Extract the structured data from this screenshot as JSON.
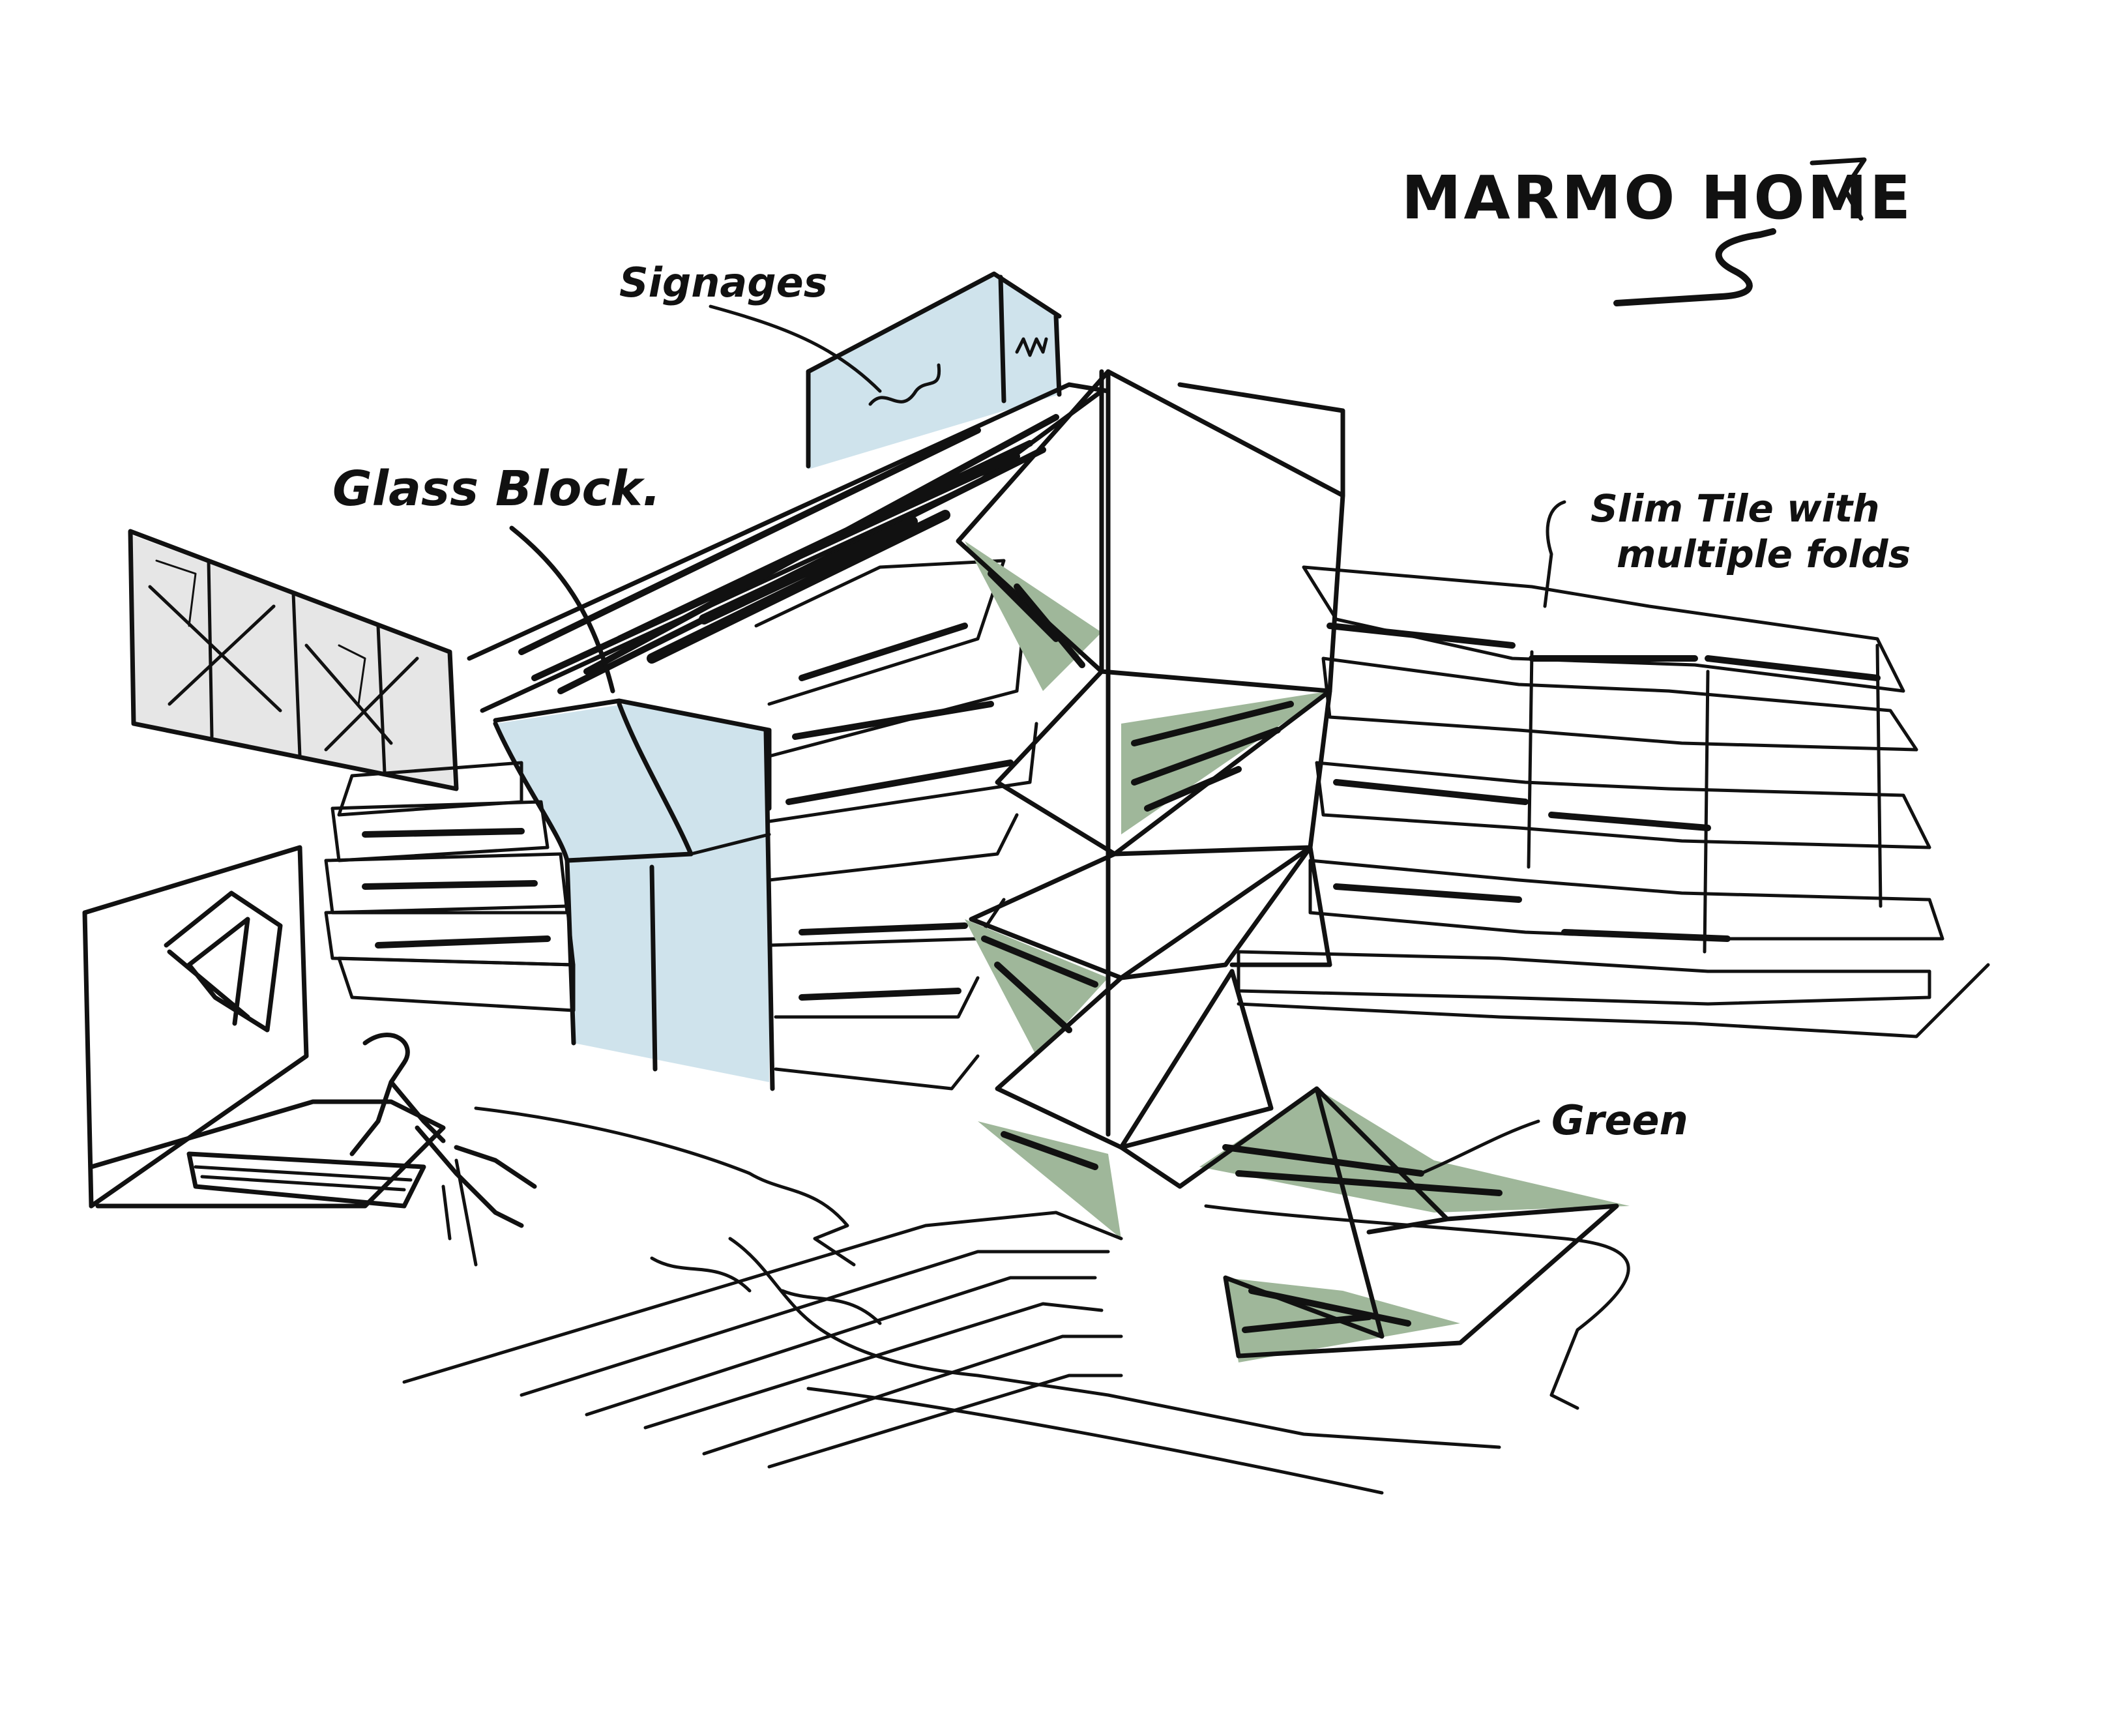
{
  "title": "MARMO HOME",
  "labels": {
    "signages": "Signages",
    "glass_block": "Glass Block.",
    "slim_tile_line1": "Slim Tile with",
    "slim_tile_line2": "multiple folds",
    "green": "Green"
  },
  "colors": {
    "ink": "#111111",
    "glass": "#cfe3ec",
    "green": "#9fb79a",
    "grey_panel": "#e6e6e6",
    "paper": "#ffffff"
  }
}
